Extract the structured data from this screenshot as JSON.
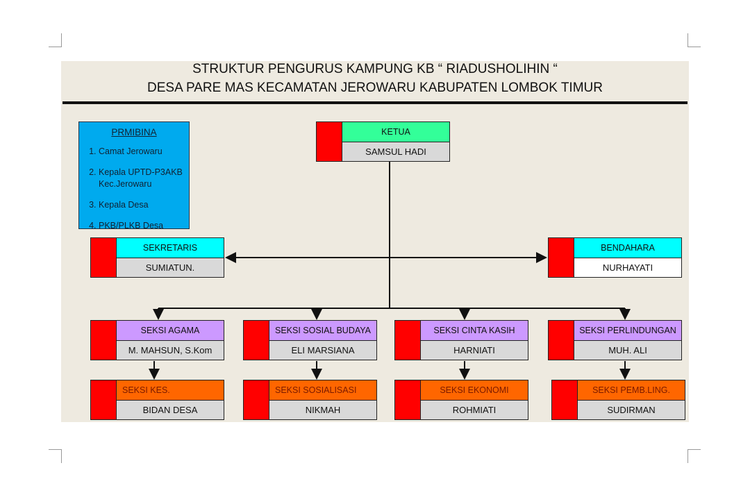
{
  "title_line1": "STRUKTUR PENGURUS KAMPUNG KB “ RIADUSHOLIHIN “",
  "title_line2": "DESA PARE MAS  KECAMATAN JEROWARU KABUPATEN LOMBOK TIMUR",
  "pembina": {
    "heading": "PRMIBINA",
    "items": [
      "Camat Jerowaru",
      "Kepala UPTD-P3AKB Kec.Jerowaru",
      "Kepala Desa",
      "PKB/PLKB Desa"
    ]
  },
  "colors": {
    "red": "#ff0000",
    "ketua": "#33ff99",
    "cyan": "#00ffff",
    "seksi": "#cc99ff",
    "orange": "#ff6600",
    "name_bg": "#d9d9d9"
  },
  "boxes": [
    {
      "role": "KETUA",
      "name": "SAMSUL HADI"
    },
    {
      "role": "SEKRETARIS",
      "name": "SUMIATUN."
    },
    {
      "role": "BENDAHARA",
      "name": "NURHAYATI"
    },
    {
      "role": "SEKSI AGAMA",
      "name": "M. MAHSUN, S.Kom"
    },
    {
      "role": "SEKSI SOSIAL BUDAYA",
      "name": "ELI MARSIANA"
    },
    {
      "role": "SEKSI CINTA KASIH",
      "name": "HARNIATI"
    },
    {
      "role": "SEKSI PERLINDUNGAN",
      "name": "MUH. ALI"
    },
    {
      "role": "SEKSI KES.",
      "name": "BIDAN DESA"
    },
    {
      "role": "SEKSI SOSIALISASI",
      "name": "NIKMAH"
    },
    {
      "role": "SEKSI EKONOMI",
      "name": "ROHMIATI"
    },
    {
      "role": "SEKSI PEMB.LING.",
      "name": "SUDIRMAN"
    }
  ]
}
